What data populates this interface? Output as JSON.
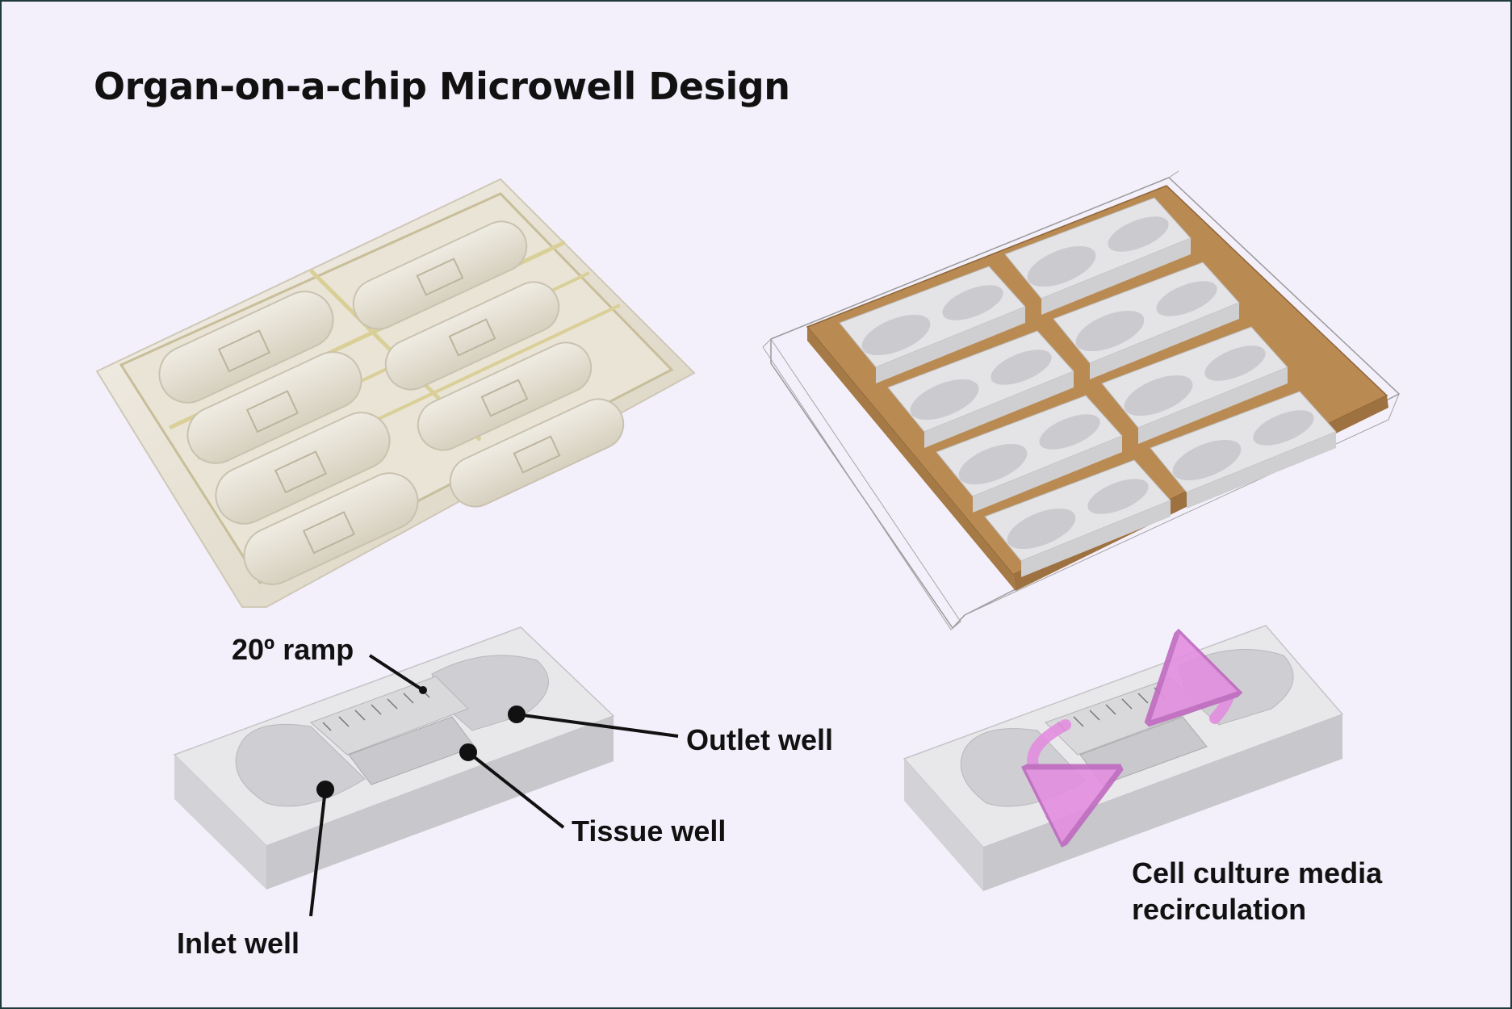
{
  "title": "Organ-on-a-chip Microwell Design",
  "labels": {
    "ramp": "20º ramp",
    "outlet": "Outlet well",
    "tissue": "Tissue well",
    "inlet": "Inlet well",
    "media_line1": "Cell culture media",
    "media_line2": "recirculation"
  },
  "colors": {
    "background": "#f3f0fb",
    "border": "#1f3a3a",
    "base_plate": "#b98a52",
    "well_block": "#e3e3e6",
    "recirculation_arrow": "#e48ee0"
  }
}
